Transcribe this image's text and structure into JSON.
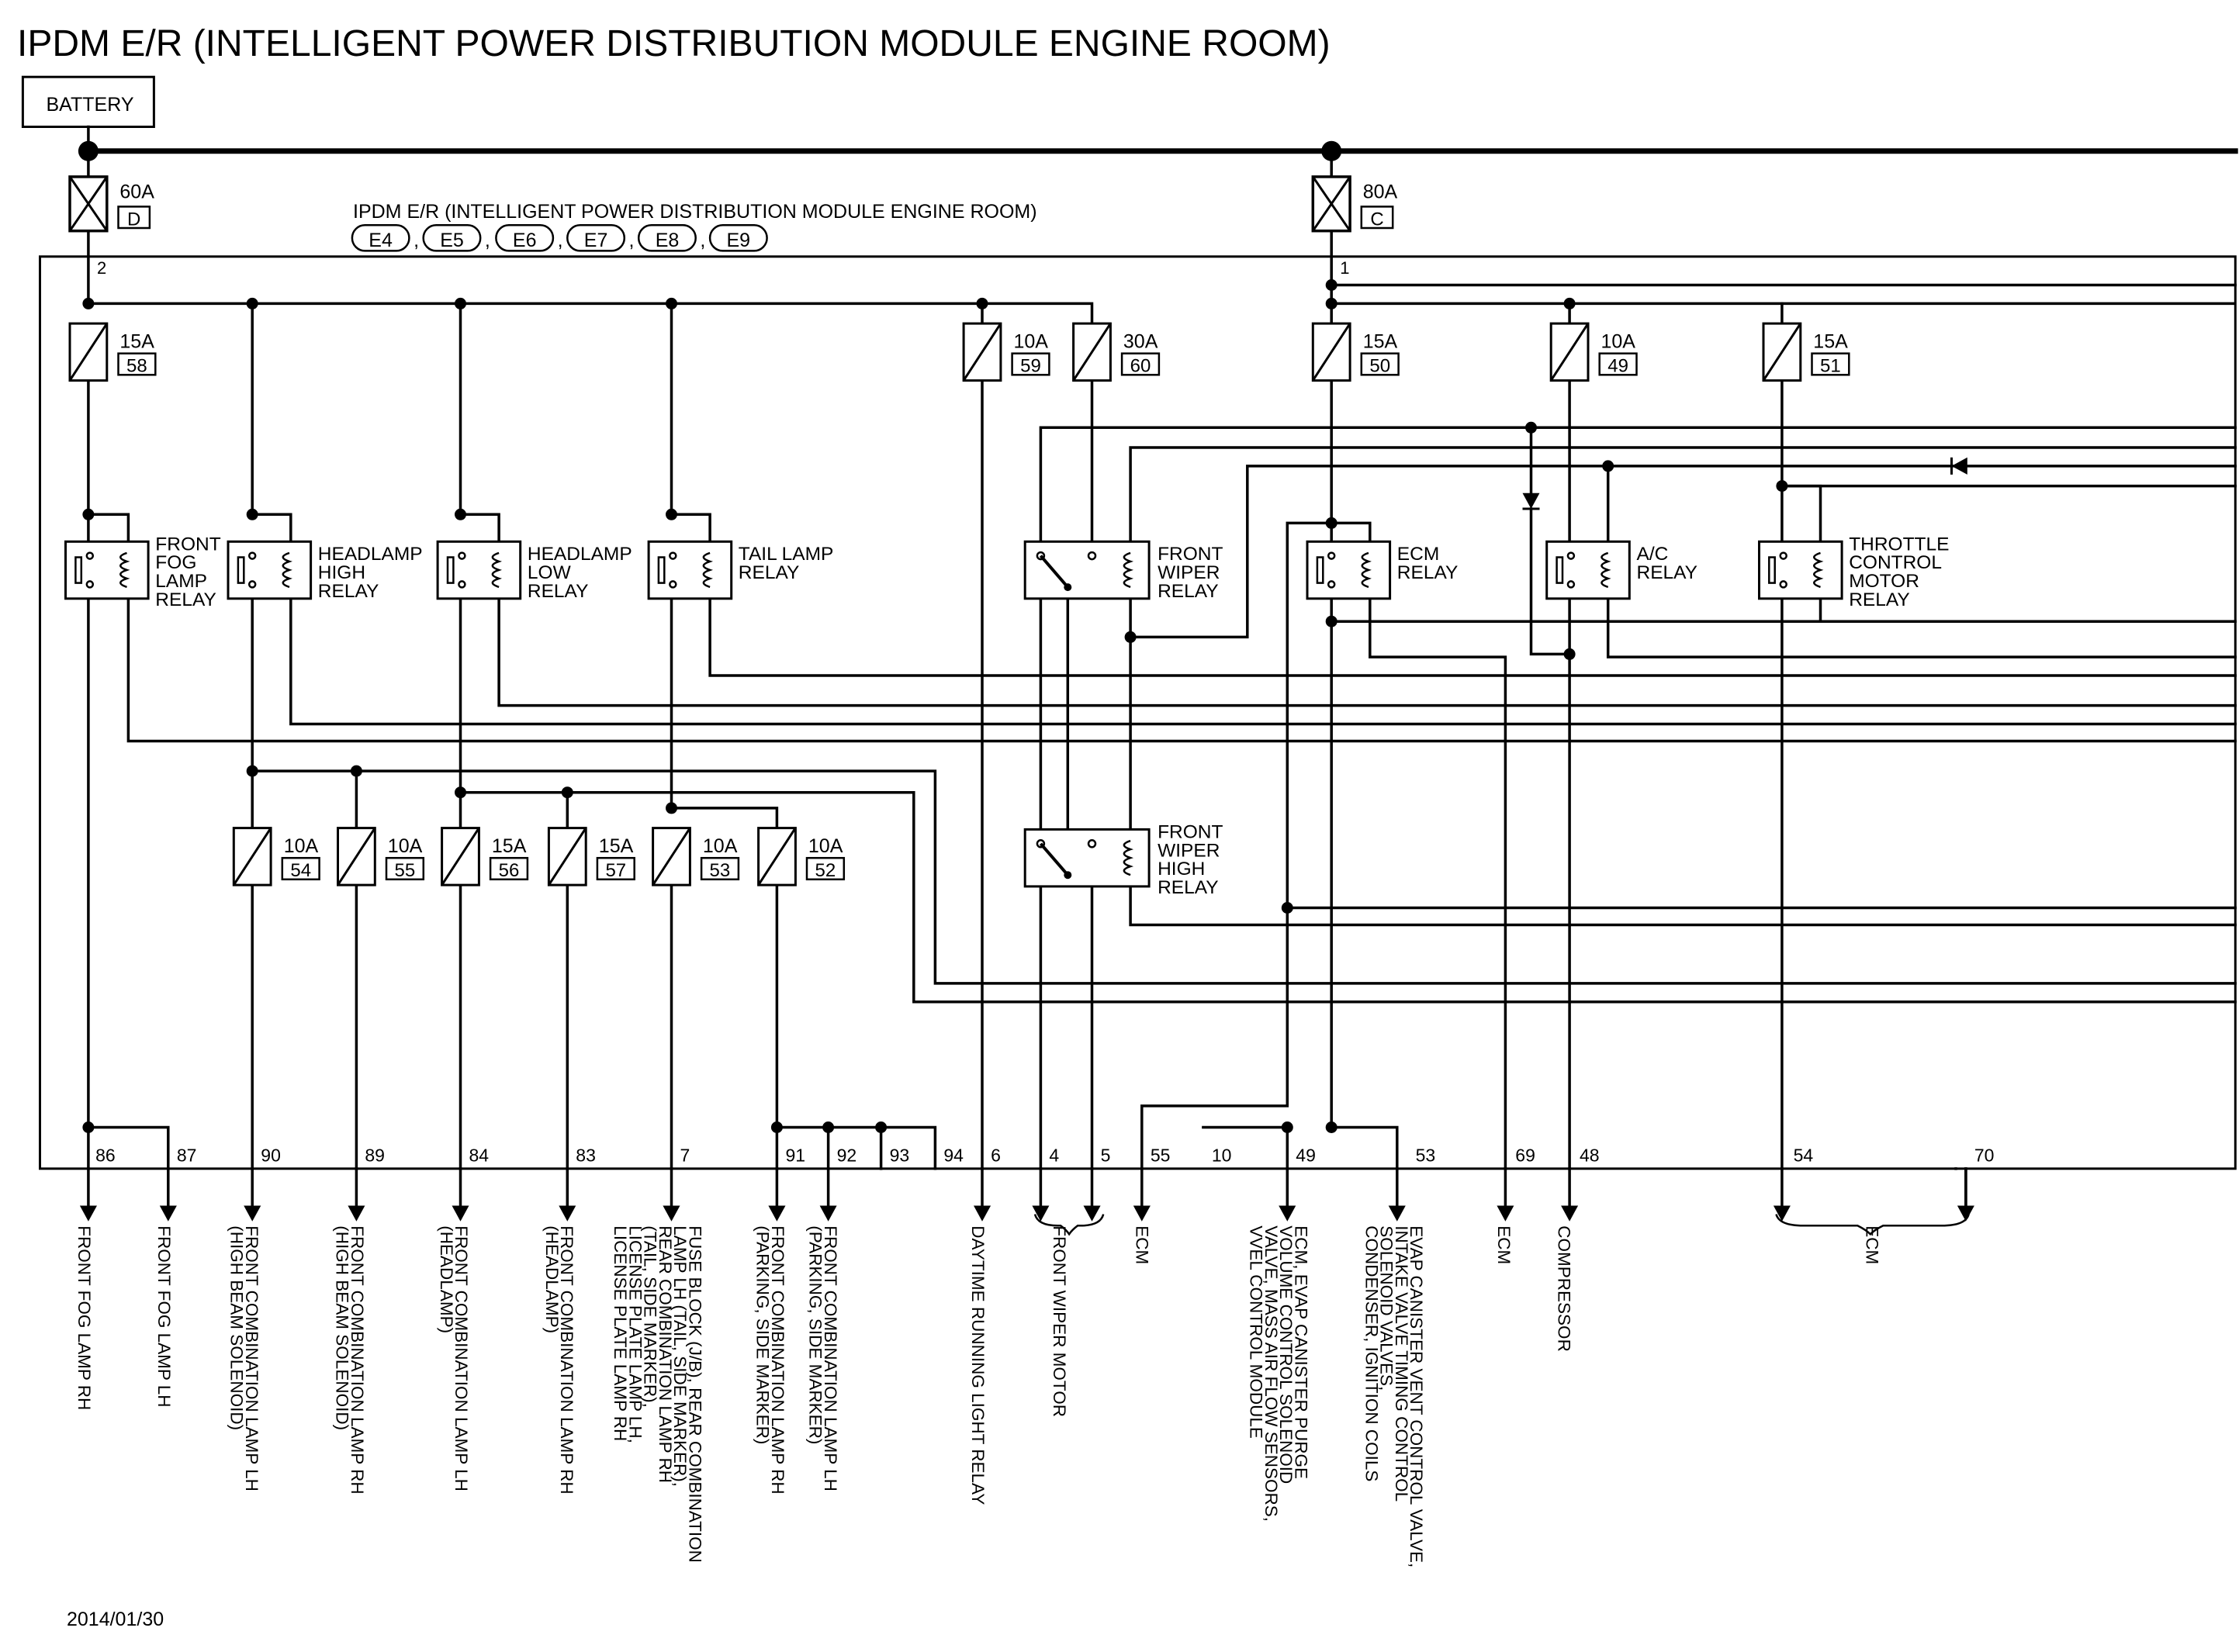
{
  "title": "IPDM E/R (INTELLIGENT POWER DISTRIBUTION MODULE ENGINE ROOM)",
  "battery_label": "BATTERY",
  "module_label": "IPDM E/R (INTELLIGENT POWER DISTRIBUTION MODULE ENGINE ROOM)",
  "connectors": [
    "E4",
    "E5",
    "E6",
    "E7",
    "E8",
    "E9"
  ],
  "fusible_links": [
    {
      "rating": "60A",
      "id": "D",
      "terminal": "2"
    },
    {
      "rating": "80A",
      "id": "C",
      "terminal": "1"
    }
  ],
  "fuses": [
    {
      "rating": "15A",
      "number": "58"
    },
    {
      "rating": "10A",
      "number": "59"
    },
    {
      "rating": "30A",
      "number": "60"
    },
    {
      "rating": "15A",
      "number": "50"
    },
    {
      "rating": "10A",
      "number": "49"
    },
    {
      "rating": "15A",
      "number": "51"
    },
    {
      "rating": "10A",
      "number": "54"
    },
    {
      "rating": "10A",
      "number": "55"
    },
    {
      "rating": "15A",
      "number": "56"
    },
    {
      "rating": "15A",
      "number": "57"
    },
    {
      "rating": "10A",
      "number": "53"
    },
    {
      "rating": "10A",
      "number": "52"
    }
  ],
  "relays": [
    {
      "lines": [
        "FRONT",
        "FOG",
        "LAMP",
        "RELAY"
      ]
    },
    {
      "lines": [
        "HEADLAMP",
        "HIGH",
        "RELAY"
      ]
    },
    {
      "lines": [
        "HEADLAMP",
        "LOW",
        "RELAY"
      ]
    },
    {
      "lines": [
        "TAIL LAMP",
        "RELAY"
      ]
    },
    {
      "lines": [
        "FRONT",
        "WIPER",
        "RELAY"
      ]
    },
    {
      "lines": [
        "ECM",
        "RELAY"
      ]
    },
    {
      "lines": [
        "A/C",
        "RELAY"
      ]
    },
    {
      "lines": [
        "THROTTLE",
        "CONTROL",
        "MOTOR",
        "RELAY"
      ]
    },
    {
      "lines": [
        "FRONT",
        "WIPER",
        "HIGH",
        "RELAY"
      ]
    }
  ],
  "terminals": [
    "86",
    "87",
    "90",
    "89",
    "84",
    "83",
    "7",
    "91",
    "92",
    "93",
    "94",
    "6",
    "4",
    "5",
    "55",
    "10",
    "49",
    "53",
    "69",
    "48",
    "54",
    "70"
  ],
  "destinations": [
    {
      "lines": [
        "FRONT FOG LAMP RH"
      ]
    },
    {
      "lines": [
        "FRONT FOG LAMP LH"
      ]
    },
    {
      "lines": [
        "FRONT COMBINATION LAMP LH",
        "(HIGH BEAM SOLENOID)"
      ]
    },
    {
      "lines": [
        "FRONT COMBINATION LAMP RH",
        "(HIGH BEAM SOLENOID)"
      ]
    },
    {
      "lines": [
        "FRONT COMBINATION LAMP LH",
        "(HEADLAMP)"
      ]
    },
    {
      "lines": [
        "FRONT COMBINATION LAMP RH",
        "(HEADLAMP)"
      ]
    },
    {
      "lines": [
        "FUSE BLOCK (J/B), REAR COMBINATION",
        "LAMP LH (TAIL, SIDE MARKER),",
        "REAR COMBINATION LAMP RH",
        "(TAIL, SIDE MARKER),",
        "LICENSE PLATE LAMP LH,",
        "LICENSE PLATE LAMP RH"
      ]
    },
    {
      "lines": [
        "FRONT COMBINATION LAMP RH",
        "(PARKING, SIDE MARKER)"
      ]
    },
    {
      "lines": [
        "FRONT COMBINATION LAMP LH",
        "(PARKING, SIDE MARKER)"
      ]
    },
    {
      "lines": [
        "DAYTIME RUNNING LIGHT RELAY"
      ]
    },
    {
      "lines": [
        "FRONT WIPER MOTOR"
      ]
    },
    {
      "lines": [
        "ECM"
      ]
    },
    {
      "lines": [
        "ECM, EVAP CANISTER PURGE",
        "VOLUME CONTROL SOLENOID",
        "VALVE, MASS AIR FLOW SENSORS,",
        "VVEL CONTROL MODULE"
      ]
    },
    {
      "lines": [
        "EVAP CANISTER VENT CONTROL VALVE,",
        "INTAKE VALVE TIMING CONTROL",
        "SOLENOID VALVES,",
        "CONDENSER, IGNITION COILS"
      ]
    },
    {
      "lines": [
        "ECM"
      ]
    },
    {
      "lines": [
        "COMPRESSOR"
      ]
    },
    {
      "lines": [
        "ECM"
      ]
    }
  ],
  "date": "2014/01/30"
}
